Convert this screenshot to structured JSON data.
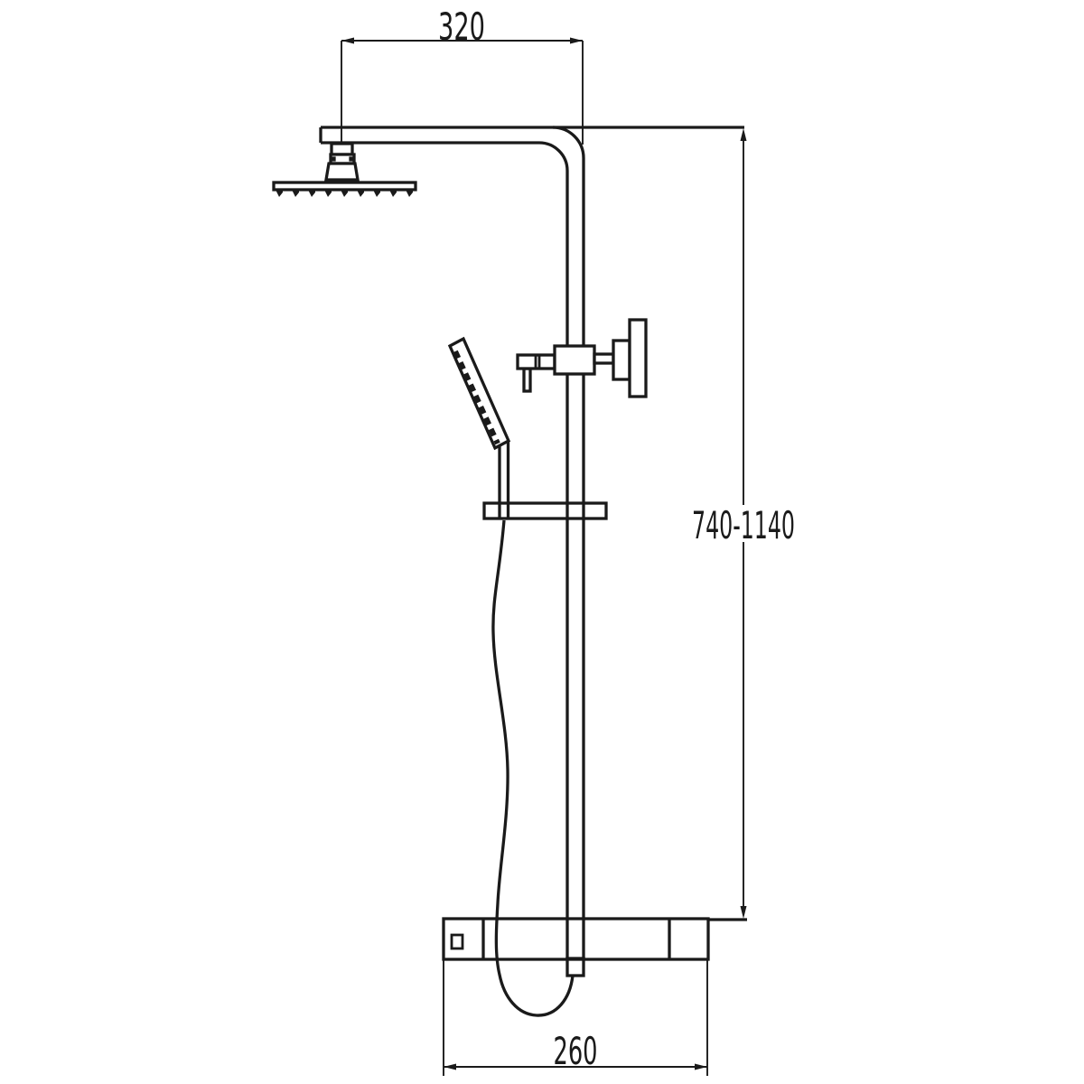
{
  "dimensions": {
    "top_width": "320",
    "height_range": "740-1140",
    "bottom_width": "260"
  },
  "colors": {
    "line": "#1a1a1a",
    "background": "#ffffff"
  }
}
